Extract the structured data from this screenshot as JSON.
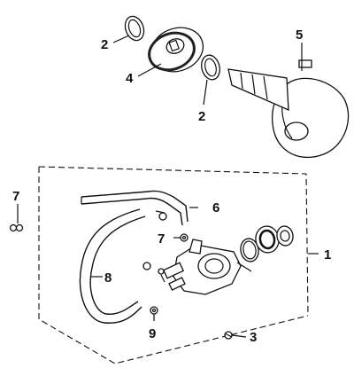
{
  "callouts": {
    "c1": "1",
    "c2a": "2",
    "c2b": "2",
    "c3": "3",
    "c4": "4",
    "c5": "5",
    "c6": "6",
    "c7a": "7",
    "c7b": "7",
    "c8": "8",
    "c9": "9"
  }
}
